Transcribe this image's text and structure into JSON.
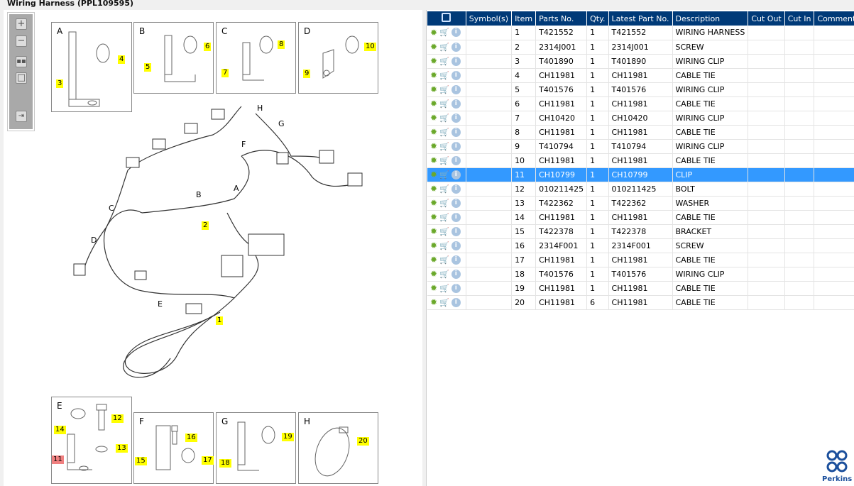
{
  "window": {
    "title": "Wiring Harness (PPL109595)"
  },
  "toolbar": {
    "buttons": [
      "zoom-in-icon",
      "zoom-out-icon",
      "fit-all-icon",
      "actual-size-icon",
      "toggle-panel-icon"
    ]
  },
  "diagram": {
    "detail_boxes": [
      {
        "letter": "A",
        "callouts": [
          "3",
          "4"
        ]
      },
      {
        "letter": "B",
        "callouts": [
          "5",
          "6"
        ]
      },
      {
        "letter": "C",
        "callouts": [
          "7",
          "8"
        ]
      },
      {
        "letter": "D",
        "callouts": [
          "9",
          "10"
        ]
      },
      {
        "letter": "E",
        "callouts": [
          "11",
          "12",
          "13",
          "14"
        ]
      },
      {
        "letter": "F",
        "callouts": [
          "15",
          "16",
          "17"
        ]
      },
      {
        "letter": "G",
        "callouts": [
          "18",
          "19"
        ]
      },
      {
        "letter": "H",
        "callouts": [
          "20"
        ]
      }
    ],
    "main_callouts": [
      "1",
      "2"
    ],
    "main_letters": [
      "A",
      "B",
      "C",
      "D",
      "E",
      "F",
      "G",
      "H"
    ],
    "highlighted_callout": "11"
  },
  "table": {
    "headers": [
      "Symbol(s)",
      "Item",
      "Parts No.",
      "Qty.",
      "Latest Part No.",
      "Description",
      "Cut Out",
      "Cut In",
      "Comment"
    ],
    "selected_item": "11",
    "rows": [
      {
        "item": "1",
        "part": "T421552",
        "qty": "1",
        "latest": "T421552",
        "desc": "WIRING HARNESS"
      },
      {
        "item": "2",
        "part": "2314J001",
        "qty": "1",
        "latest": "2314J001",
        "desc": "SCREW"
      },
      {
        "item": "3",
        "part": "T401890",
        "qty": "1",
        "latest": "T401890",
        "desc": "WIRING CLIP"
      },
      {
        "item": "4",
        "part": "CH11981",
        "qty": "1",
        "latest": "CH11981",
        "desc": "CABLE TIE"
      },
      {
        "item": "5",
        "part": "T401576",
        "qty": "1",
        "latest": "T401576",
        "desc": "WIRING CLIP"
      },
      {
        "item": "6",
        "part": "CH11981",
        "qty": "1",
        "latest": "CH11981",
        "desc": "CABLE TIE"
      },
      {
        "item": "7",
        "part": "CH10420",
        "qty": "1",
        "latest": "CH10420",
        "desc": "WIRING CLIP"
      },
      {
        "item": "8",
        "part": "CH11981",
        "qty": "1",
        "latest": "CH11981",
        "desc": "CABLE TIE"
      },
      {
        "item": "9",
        "part": "T410794",
        "qty": "1",
        "latest": "T410794",
        "desc": "WIRING CLIP"
      },
      {
        "item": "10",
        "part": "CH11981",
        "qty": "1",
        "latest": "CH11981",
        "desc": "CABLE TIE"
      },
      {
        "item": "11",
        "part": "CH10799",
        "qty": "1",
        "latest": "CH10799",
        "desc": "CLIP"
      },
      {
        "item": "12",
        "part": "010211425",
        "qty": "1",
        "latest": "010211425",
        "desc": "BOLT"
      },
      {
        "item": "13",
        "part": "T422362",
        "qty": "1",
        "latest": "T422362",
        "desc": "WASHER"
      },
      {
        "item": "14",
        "part": "CH11981",
        "qty": "1",
        "latest": "CH11981",
        "desc": "CABLE TIE"
      },
      {
        "item": "15",
        "part": "T422378",
        "qty": "1",
        "latest": "T422378",
        "desc": "BRACKET"
      },
      {
        "item": "16",
        "part": "2314F001",
        "qty": "1",
        "latest": "2314F001",
        "desc": "SCREW"
      },
      {
        "item": "17",
        "part": "CH11981",
        "qty": "1",
        "latest": "CH11981",
        "desc": "CABLE TIE"
      },
      {
        "item": "18",
        "part": "T401576",
        "qty": "1",
        "latest": "T401576",
        "desc": "WIRING CLIP"
      },
      {
        "item": "19",
        "part": "CH11981",
        "qty": "1",
        "latest": "CH11981",
        "desc": "CABLE TIE"
      },
      {
        "item": "20",
        "part": "CH11981",
        "qty": "6",
        "latest": "CH11981",
        "desc": "CABLE TIE"
      }
    ]
  },
  "brand": {
    "name": "Perkins",
    "color": "#1b4f9c"
  },
  "colors": {
    "header": "#003a78",
    "selected": "#3399ff",
    "callout": "#ffff00",
    "callout_highlight": "#f08080"
  }
}
